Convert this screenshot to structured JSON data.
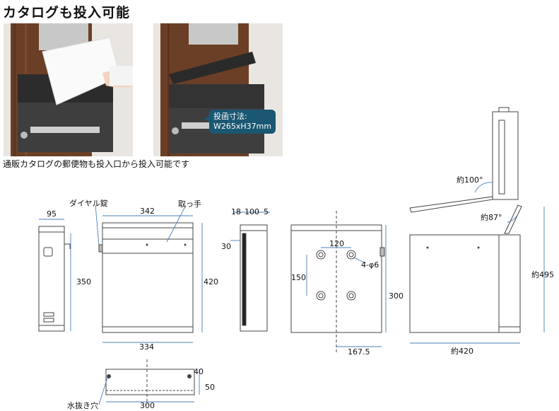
{
  "title": "カタログも投入可能",
  "photo_badge": {
    "line1": "投函寸法:",
    "line2": "W265xH37mm"
  },
  "caption": "通販カタログの郵便物も投入口から投入可能です",
  "labels": {
    "dial_lock": "ダイヤル錠",
    "handle": "取っ手",
    "drain_hole": "水抜き穴",
    "w95": "95",
    "h350": "350",
    "w342": "342",
    "h420": "420",
    "w334": "334",
    "d18": "18",
    "d100": "100",
    "d5": "5",
    "d30": "30",
    "w120": "120",
    "hole_spec": "4-φ6",
    "h150": "150",
    "h300": "300",
    "w167_5": "167.5",
    "angle100": "約100°",
    "angle87": "約87°",
    "h495": "約495",
    "w420": "約420",
    "b40": "40",
    "b50": "50",
    "b300": "300"
  }
}
